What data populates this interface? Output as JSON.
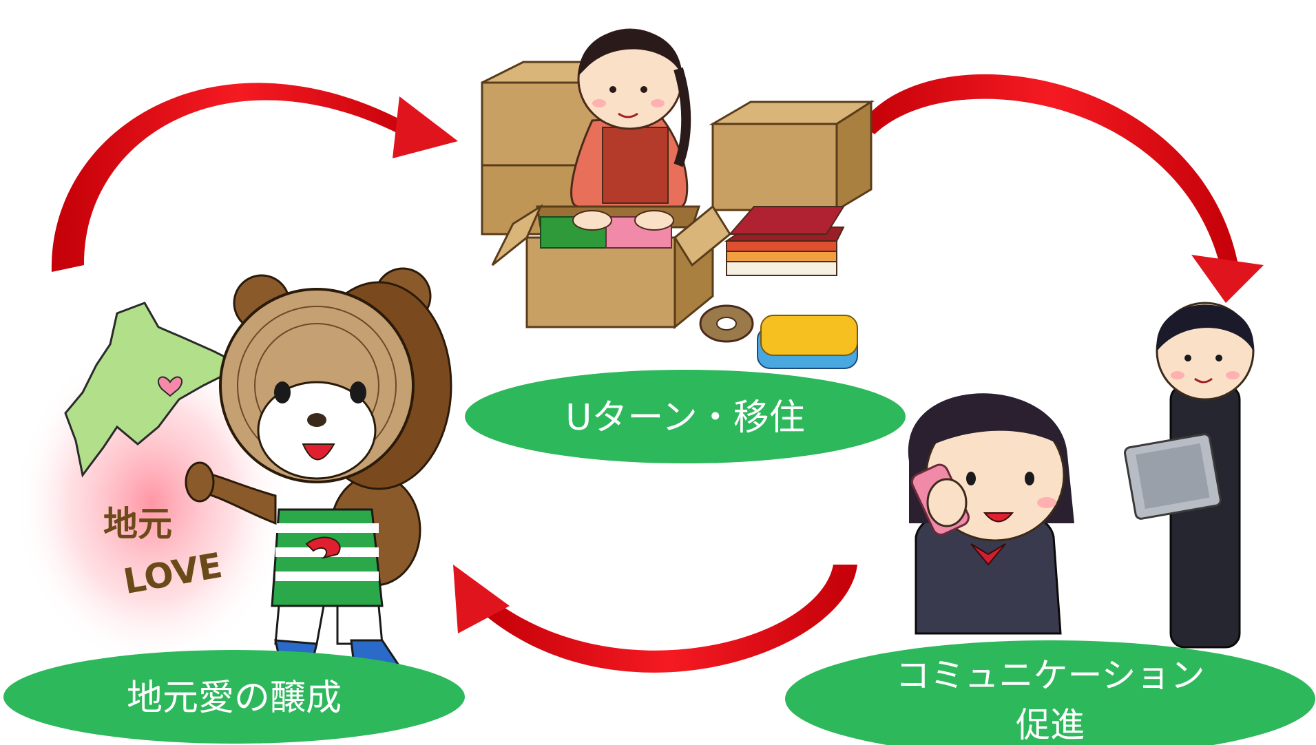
{
  "nodes": {
    "uturn": {
      "label": "Uターン・移住"
    },
    "local_love": {
      "label": "地元愛の醸成"
    },
    "communication": {
      "label_line1": "コミュニケーション",
      "label_line2": "促進"
    }
  },
  "mascot_sign": {
    "line1": "地元",
    "line2": "LOVE"
  },
  "colors": {
    "label_fill": "#2db85c",
    "arrow": "#e0141c",
    "box": "#c8a064",
    "map": "#b2e08a"
  }
}
